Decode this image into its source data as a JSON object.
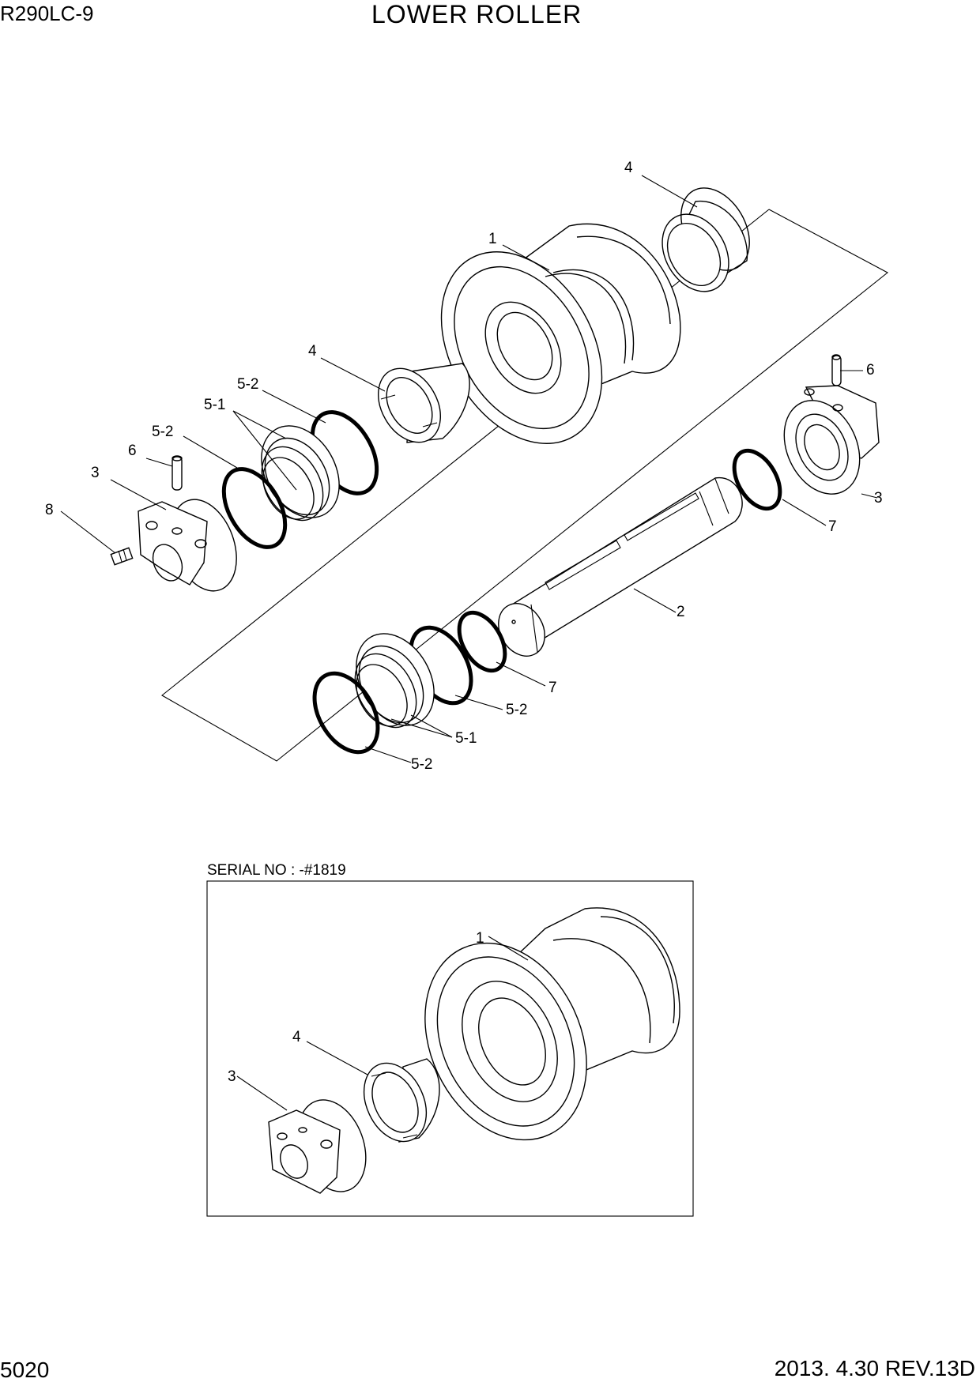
{
  "header": {
    "model": "R290LC-9",
    "title": "LOWER ROLLER"
  },
  "footer": {
    "page_number": "5020",
    "revision": "2013. 4.30  REV.13D"
  },
  "main_diagram": {
    "callouts": [
      "4",
      "1",
      "4",
      "5-2",
      "5-1",
      "5-2",
      "6",
      "3",
      "8",
      "6",
      "3",
      "7",
      "2",
      "7",
      "5-2",
      "5-1",
      "5-2"
    ]
  },
  "inset": {
    "label": "SERIAL NO : -#1819",
    "callouts": [
      "1",
      "4",
      "3"
    ]
  }
}
